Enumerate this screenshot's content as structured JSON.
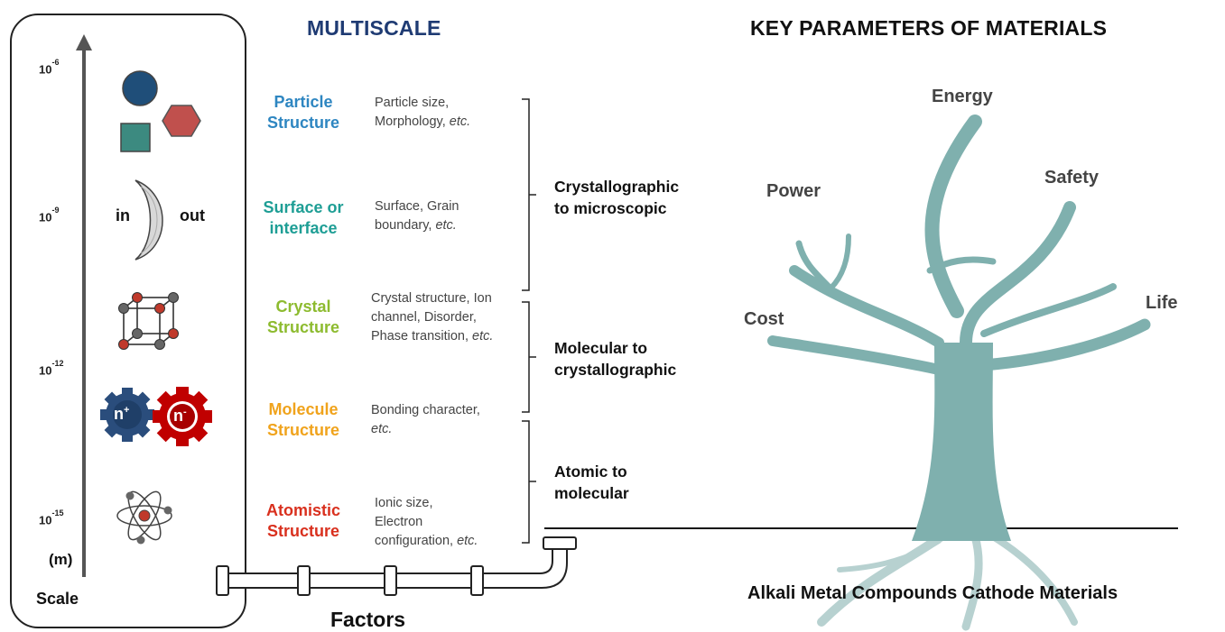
{
  "headings": {
    "multiscale": "MULTISCALE",
    "key_parameters": "KEY PARAMETERS OF MATERIALS",
    "factors": "Factors",
    "base": "Alkali Metal Compounds Cathode Materials"
  },
  "scale": {
    "ticks": [
      {
        "base": "10",
        "exp": "-6"
      },
      {
        "base": "10",
        "exp": "-9"
      },
      {
        "base": "10",
        "exp": "-12"
      },
      {
        "base": "10",
        "exp": "-15"
      }
    ],
    "unit": "(m)",
    "label": "Scale"
  },
  "icons": {
    "interface_in": "in",
    "interface_out": "out",
    "gear_positive": {
      "base": "n",
      "sup": "+"
    },
    "gear_negative": {
      "base": "n",
      "sup": "-"
    }
  },
  "factors": [
    {
      "line1": "Particle",
      "line2": "Structure",
      "color": "#2e86c1",
      "desc": [
        "Particle size,",
        "Morphology, "
      ],
      "desc_italic": "etc."
    },
    {
      "line1": "Surface or",
      "line2": "interface",
      "color": "#1e9e95",
      "desc": [
        "Surface, Grain",
        "boundary, "
      ],
      "desc_italic": "etc."
    },
    {
      "line1": "Crystal",
      "line2": "Structure",
      "color": "#8dbb2f",
      "desc": [
        "Crystal structure, Ion",
        "channel, Disorder,",
        "Phase transition, "
      ],
      "desc_italic": "etc."
    },
    {
      "line1": "Molecule",
      "line2": "Structure",
      "color": "#f0a31c",
      "desc": [
        "Bonding character,",
        ""
      ],
      "desc_italic": "etc."
    },
    {
      "line1": "Atomistic",
      "line2": "Structure",
      "color": "#d9301e",
      "desc": [
        "Ionic size,",
        "Electron",
        "configuration, "
      ],
      "desc_italic": "etc."
    }
  ],
  "ranges": [
    {
      "line1": "Crystallographic",
      "line2": "to microscopic"
    },
    {
      "line1": "Molecular to",
      "line2": "crystallographic"
    },
    {
      "line1": "Atomic to",
      "line2": "molecular"
    }
  ],
  "parameters": [
    "Energy",
    "Power",
    "Safety",
    "Cost",
    "Life"
  ],
  "colors": {
    "scale_arrow": "#555555",
    "tree": "#7fb0ae",
    "blue": "#1f4e79",
    "red": "#c0504d",
    "teal": "#3c8a80",
    "gear_blue": "#2a4d7c",
    "gear_red": "#c00000"
  }
}
